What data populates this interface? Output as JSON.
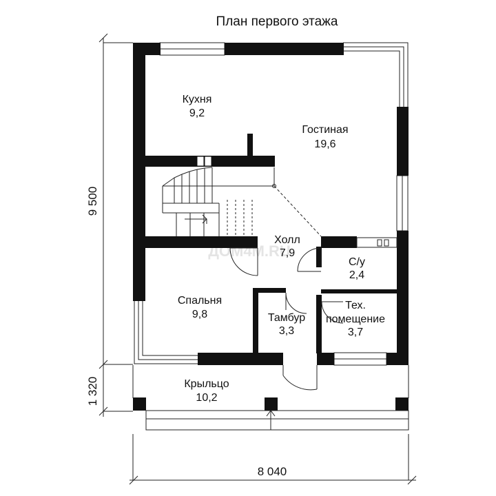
{
  "title": "План первого этажа",
  "rooms": {
    "kitchen": {
      "name": "Кухня",
      "area": "9,2"
    },
    "living": {
      "name": "Гостиная",
      "area": "19,6"
    },
    "hall": {
      "name": "Холл",
      "area": "7,9"
    },
    "bathroom": {
      "name": "С/у",
      "area": "2,4"
    },
    "bedroom": {
      "name": "Спальня",
      "area": "9,8"
    },
    "vestibule": {
      "name": "Тамбур",
      "area": "3,3"
    },
    "utility": {
      "name_line1": "Тех.",
      "name_line2": "помещение",
      "area": "3,7"
    },
    "porch": {
      "name": "Крыльцо",
      "area": "10,2"
    }
  },
  "dimensions": {
    "height_main": "9 500",
    "height_porch": "1 320",
    "width": "8 040"
  },
  "watermark": "ДОМ4М.RU",
  "colors": {
    "wall": "#111111",
    "line": "#222222",
    "background": "#ffffff"
  }
}
